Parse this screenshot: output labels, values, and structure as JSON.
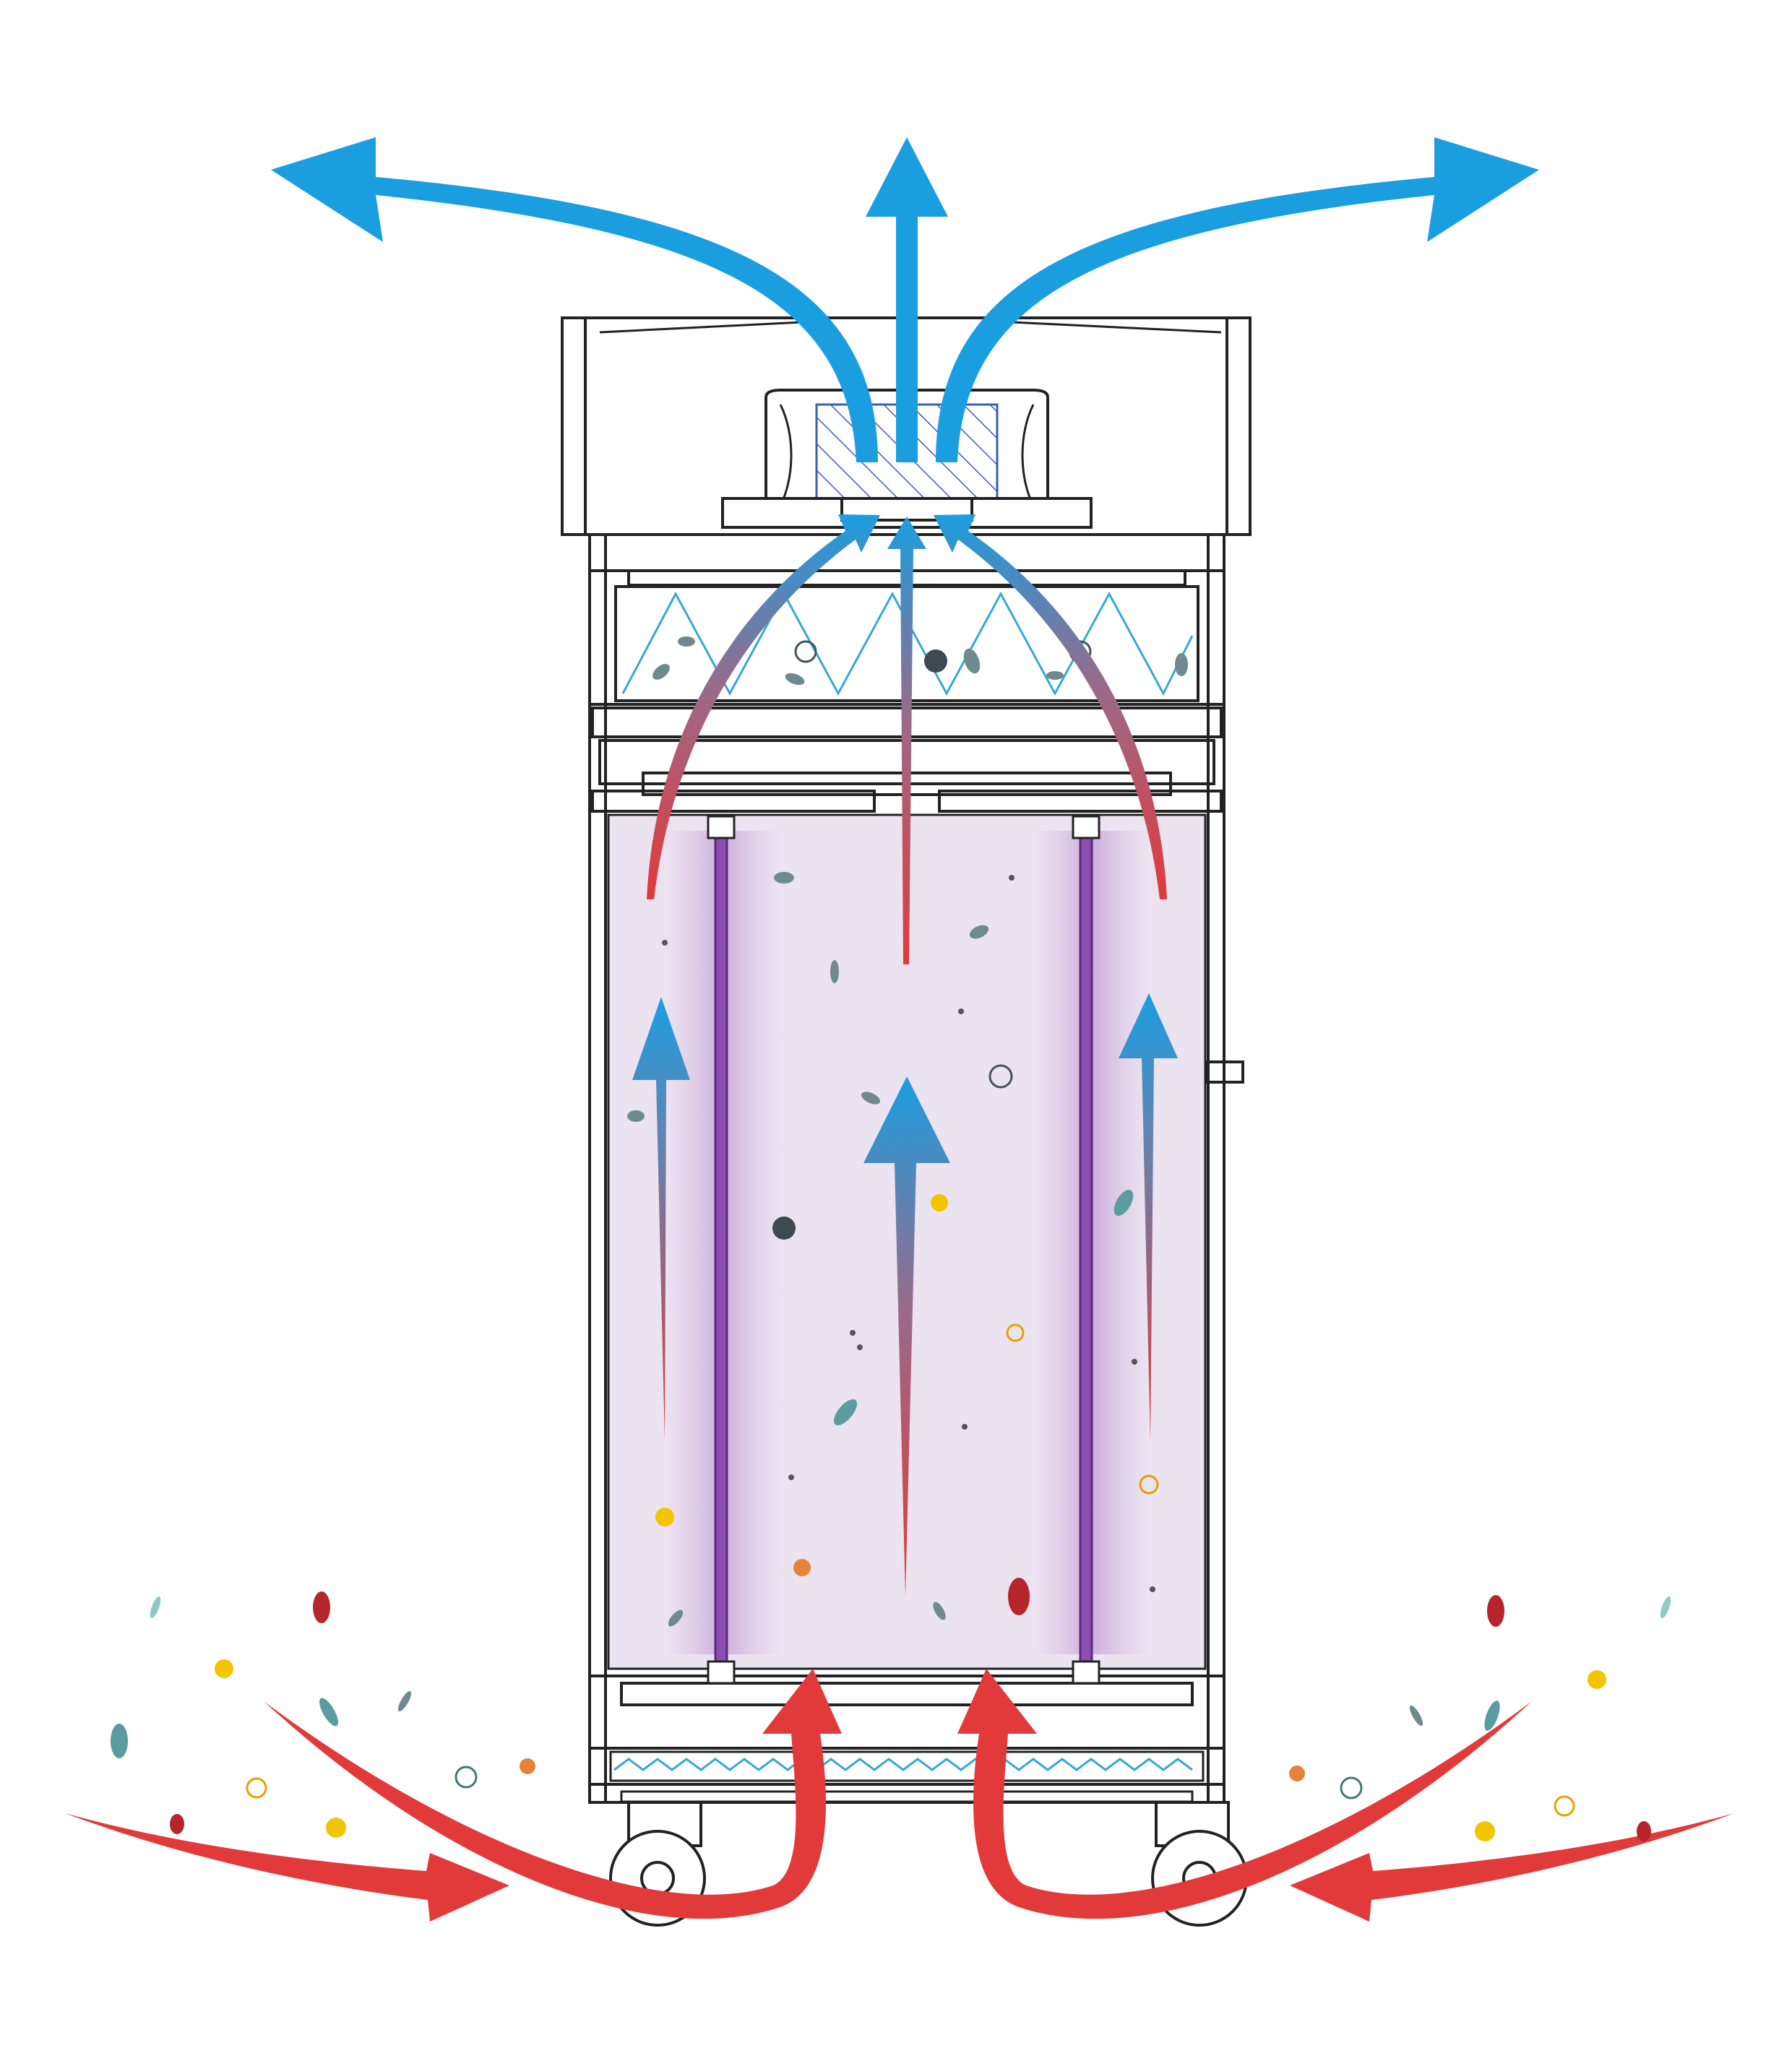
{
  "diagram": {
    "subject": "air-purifier-cabinet-airflow",
    "labels": [],
    "colors": {
      "clean_air": "#1a9ee0",
      "dirty_air": "#e23a3a",
      "uv_lamp": "#8a4fb0",
      "uv_glow": "#e9dcef",
      "outline": "#222222",
      "filter_pleat": "#36a8d8",
      "particle_yellow": "#f2c500",
      "particle_red": "#b5252b",
      "particle_teal": "#5a9ca0",
      "particle_orange": "#e8823a",
      "particle_grey": "#7a8a8f"
    },
    "components": {
      "exhaust_fan": "fan-housing",
      "hepa_filter": "pleated-filter",
      "uv_chamber": "uv-lamp-chamber",
      "uv_lamps": [
        "uv-lamp-left",
        "uv-lamp-right"
      ],
      "pre_filter": "bottom-pre-filter",
      "casters": [
        "caster-left",
        "caster-right"
      ]
    },
    "airflow": {
      "intake": [
        "intake-left-outer",
        "intake-left-inner",
        "intake-right-inner",
        "intake-right-outer"
      ],
      "internal": [
        "updraft-left",
        "updraft-center",
        "updraft-right"
      ],
      "filter_passage": [
        "filter-curve-left",
        "filter-straight-center",
        "filter-curve-right"
      ],
      "exhaust": [
        "exhaust-left",
        "exhaust-center",
        "exhaust-right"
      ]
    }
  }
}
